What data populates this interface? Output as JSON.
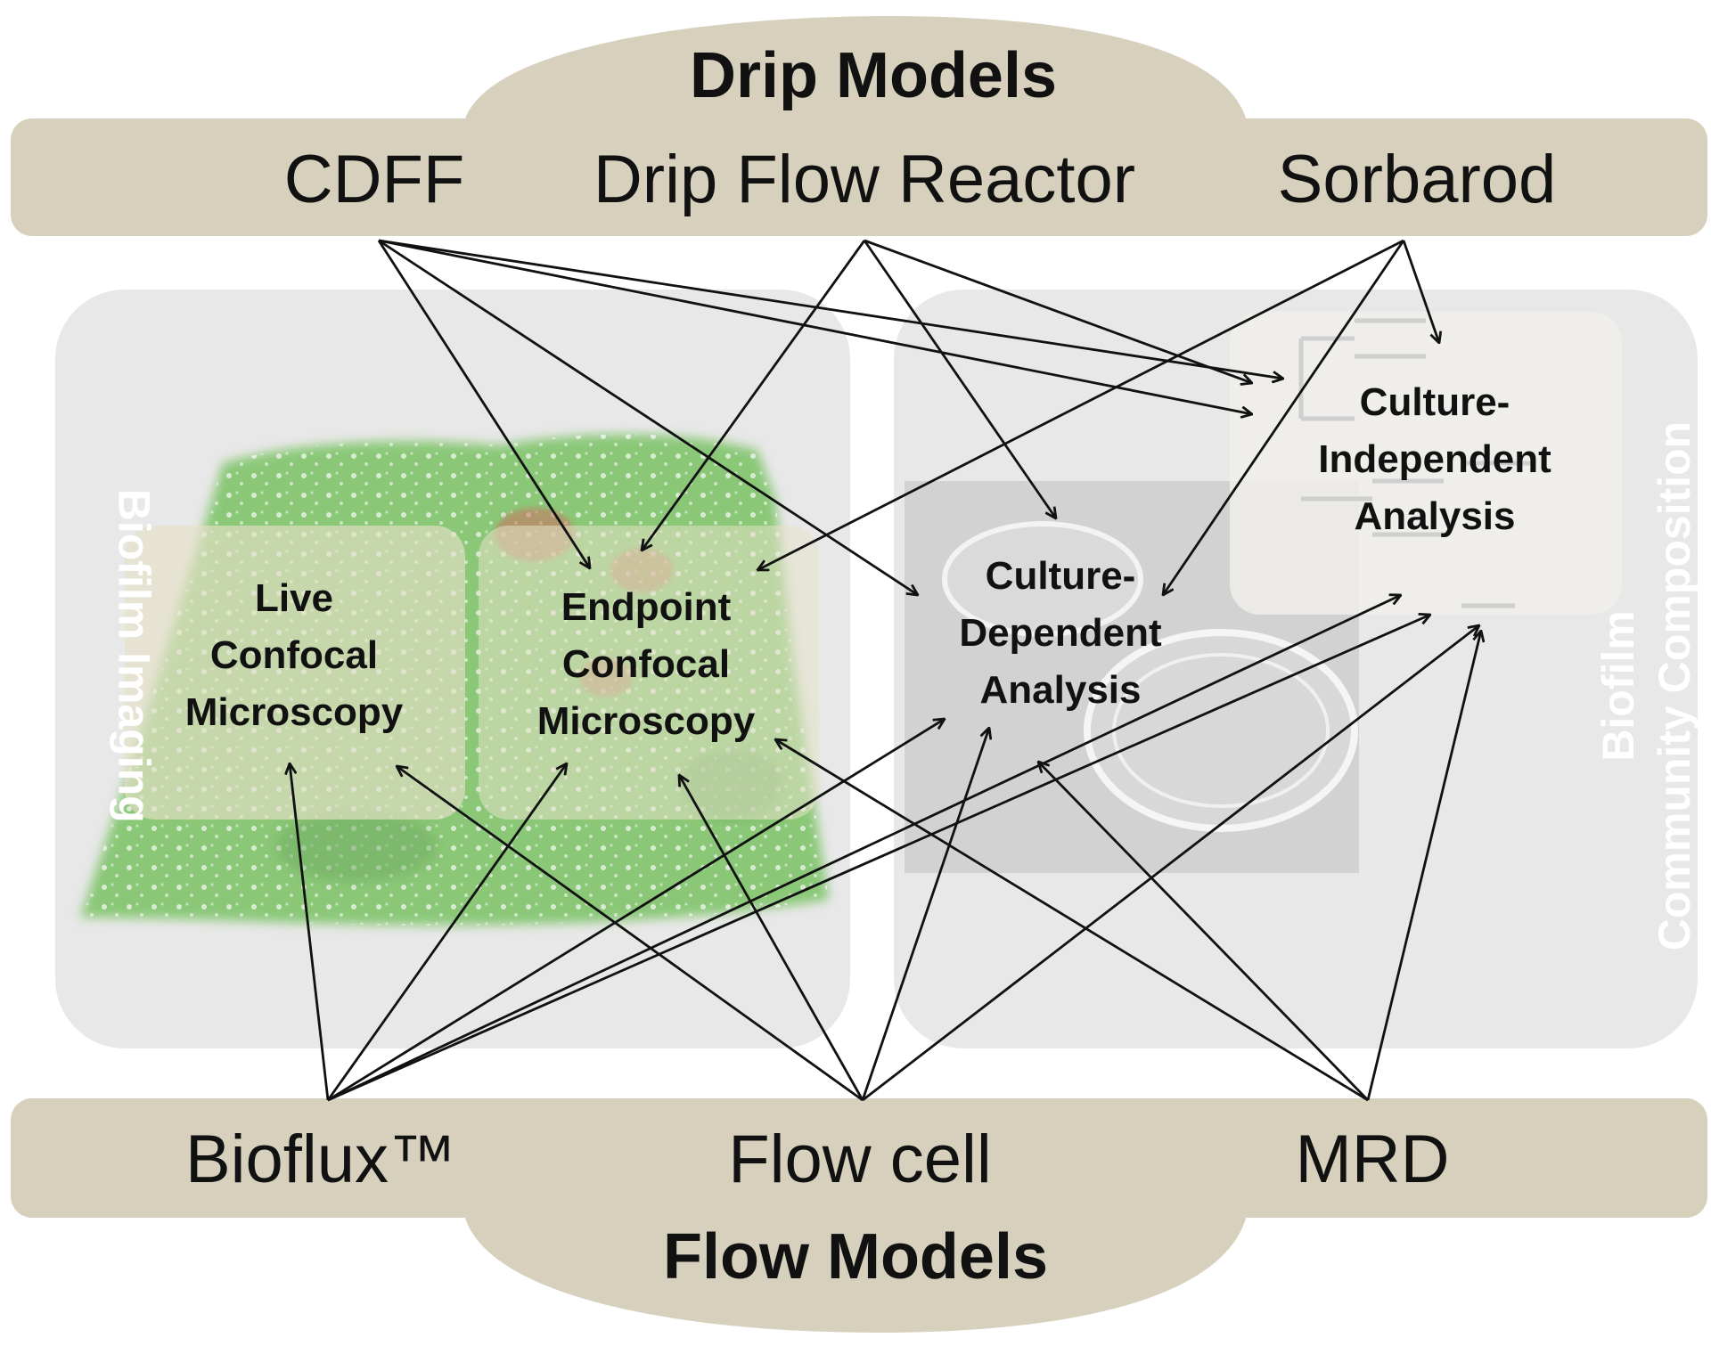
{
  "groups": {
    "drip": {
      "title": "Drip Models",
      "models": [
        "CDFF",
        "Drip Flow Reactor",
        "Sorbarod"
      ]
    },
    "flow": {
      "title": "Flow Models",
      "models": [
        "Bioflux™",
        "Flow cell",
        "MRD"
      ]
    }
  },
  "sections": {
    "imaging": "Biofilm Imaging",
    "community": "Biofilm\nCommunity Composition"
  },
  "nodes": {
    "live": "Live\nConfocal\nMicroscopy",
    "endpoint": "Endpoint\nConfocal\nMicroscopy",
    "dependent": "Culture-\nDependent\nAnalysis",
    "independent": "Culture-\nIndependent\nAnalysis"
  },
  "edges": [
    {
      "from": "CDFF",
      "to": "Endpoint Confocal Microscopy"
    },
    {
      "from": "CDFF",
      "to": "Culture-Dependent Analysis"
    },
    {
      "from": "CDFF",
      "to": "Culture-Independent Analysis"
    },
    {
      "from": "CDFF",
      "to": "Culture-Independent Analysis"
    },
    {
      "from": "Drip Flow Reactor",
      "to": "Endpoint Confocal Microscopy"
    },
    {
      "from": "Drip Flow Reactor",
      "to": "Culture-Dependent Analysis"
    },
    {
      "from": "Drip Flow Reactor",
      "to": "Culture-Independent Analysis"
    },
    {
      "from": "Sorbarod",
      "to": "Culture-Independent Analysis"
    },
    {
      "from": "Sorbarod",
      "to": "Culture-Dependent Analysis"
    },
    {
      "from": "Sorbarod",
      "to": "Endpoint Confocal Microscopy"
    },
    {
      "from": "Bioflux™",
      "to": "Live Confocal Microscopy"
    },
    {
      "from": "Bioflux™",
      "to": "Endpoint Confocal Microscopy"
    },
    {
      "from": "Bioflux™",
      "to": "Culture-Dependent Analysis"
    },
    {
      "from": "Bioflux™",
      "to": "Culture-Independent Analysis"
    },
    {
      "from": "Flow cell",
      "to": "Live Confocal Microscopy"
    },
    {
      "from": "Flow cell",
      "to": "Endpoint Confocal Microscopy"
    },
    {
      "from": "Flow cell",
      "to": "Culture-Dependent Analysis"
    },
    {
      "from": "Flow cell",
      "to": "Culture-Independent Analysis"
    },
    {
      "from": "MRD",
      "to": "Endpoint Confocal Microscopy"
    },
    {
      "from": "MRD",
      "to": "Culture-Dependent Analysis"
    },
    {
      "from": "MRD",
      "to": "Culture-Independent Analysis"
    }
  ],
  "colors": {
    "band": "#d6d0bd",
    "panel": "#e8e8e8",
    "biofilm_green": "#5cb547",
    "biofilm_red": "#c9503e",
    "arrow": "#111111"
  }
}
